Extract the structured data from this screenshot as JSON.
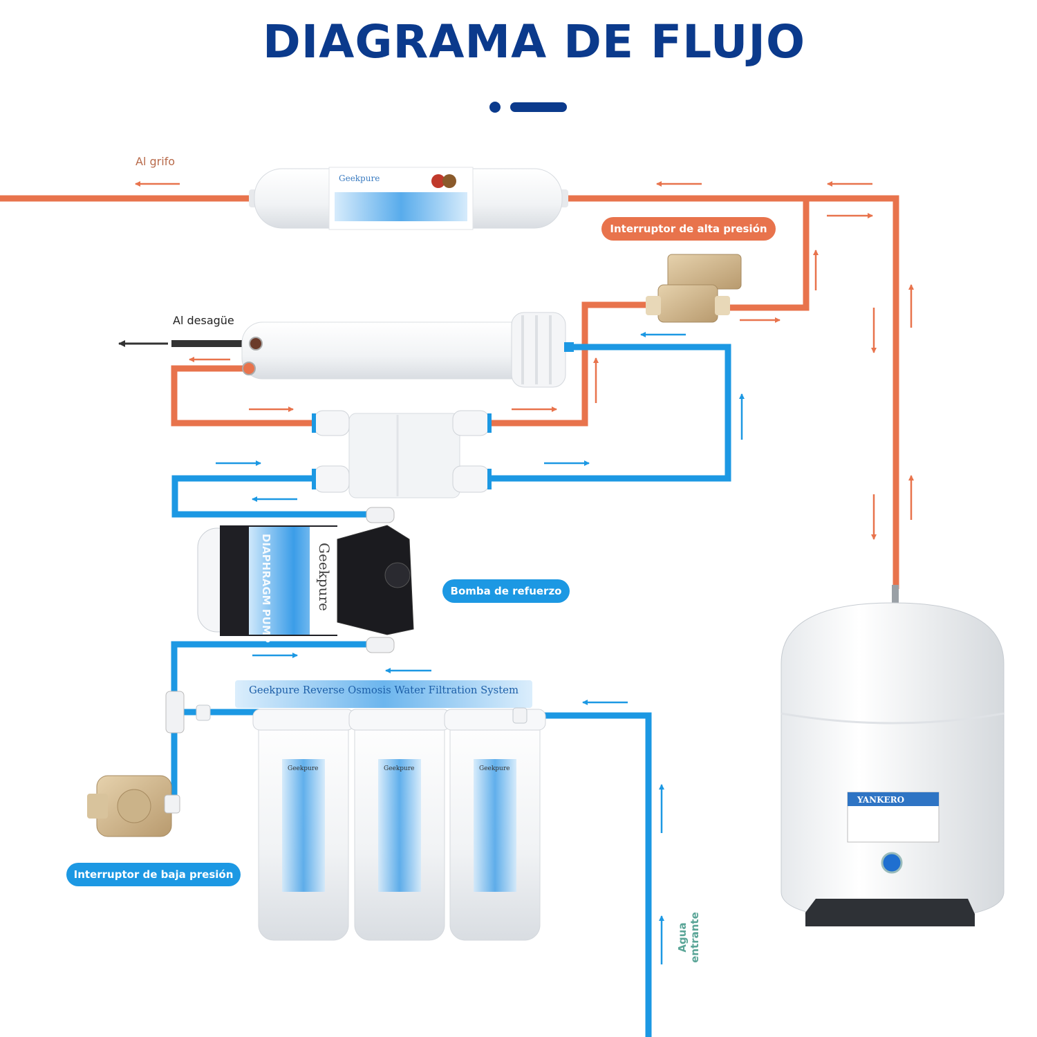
{
  "title": "DIAGRAMA DE FLUJO",
  "labels": {
    "to_faucet": "Al grifo",
    "to_drain": "Al desagüe",
    "high_pressure_switch": "Interruptor de alta presión",
    "booster_pump": "Bomba de refuerzo",
    "low_pressure_switch": "Interruptor de baja presión",
    "incoming_water": "Agua entrante"
  },
  "product_text": {
    "inline_filter_brand": "Geekpure",
    "pump_brand": "Geekpure",
    "pump_band": "DIAPHRAGM PUMP",
    "system_banner": "Geekpure Reverse Osmosis Water Filtration System",
    "filter_brand": "Geekpure",
    "tank_brand": "YANKERO"
  },
  "colors": {
    "title": "#0b3a8c",
    "orange_line": "#e8734c",
    "blue_line": "#1c98e3",
    "drain_line": "#333333",
    "incoming_label": "#5aa597",
    "faucet_label": "#b86a4a"
  }
}
